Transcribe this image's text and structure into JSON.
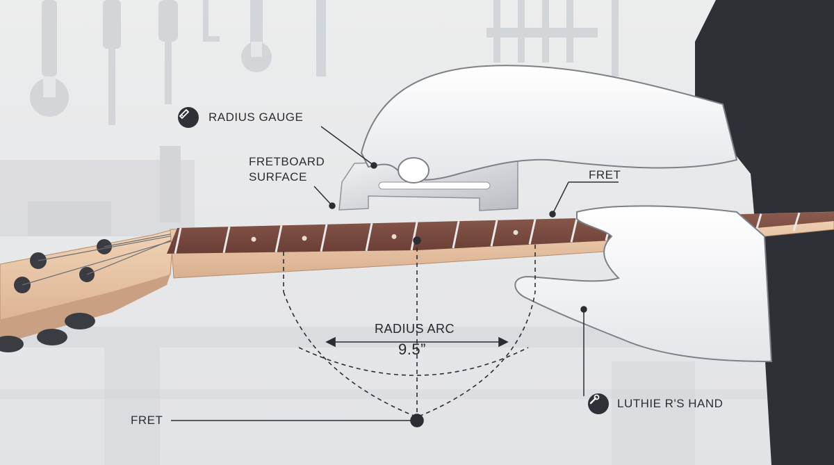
{
  "labels": {
    "radius_gauge": "RADIUS GAUGE",
    "fretboard_surface_line1": "FRETBOARD",
    "fretboard_surface_line2": "SURFACE",
    "fret_top": "FRET",
    "radius_arc": "RADIUS ARC",
    "radius_value": "9.5”",
    "fret_bottom": "FRET",
    "luthier_hand": "LUTHIE R'S HAND"
  },
  "icons": {
    "radius_gauge_badge": "gauge-tool-icon",
    "luthier_hand_badge": "wrench-tool-icon"
  },
  "colors": {
    "background": "#e9eaec",
    "ink": "#2b2d33",
    "neck_maple": "#e7c6a8",
    "fretboard_rosewood": "#7a4a3f",
    "fret_metal": "#e9e9e9",
    "sleeve": "#2e3036"
  }
}
